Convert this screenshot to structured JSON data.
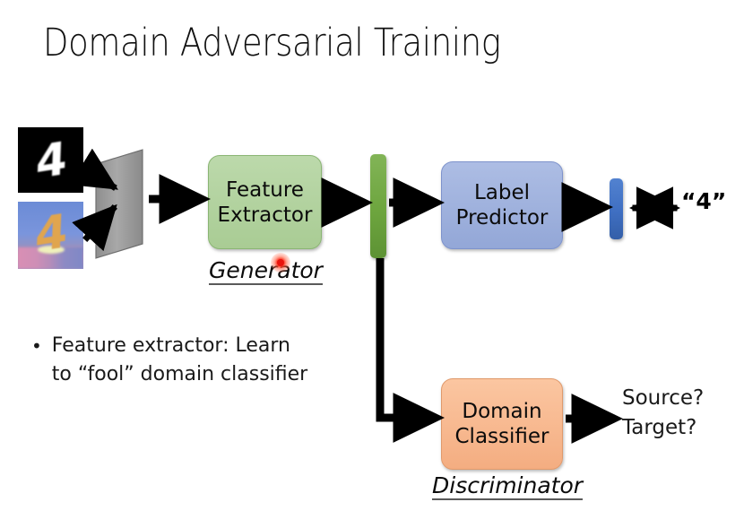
{
  "slide": {
    "title": "Domain Adversarial Training",
    "background_color": "#ffffff"
  },
  "inputs": {
    "source_image": {
      "name": "mnist-digit",
      "digit": "4",
      "background_color": "#000000",
      "stroke_color": "#ffffff"
    },
    "target_image": {
      "name": "mnist-m-digit",
      "digit": "4",
      "background_color": "#7a95dc",
      "stroke_color": "#e0a54e"
    },
    "input_plane": {
      "label": "input-plane",
      "fill_color": "#a0a0a0"
    }
  },
  "blocks": {
    "feature_extractor": {
      "line1": "Feature",
      "line2": "Extractor",
      "color": "#a9cc94",
      "caption": "Generator"
    },
    "label_predictor": {
      "line1": "Label",
      "line2": "Predictor",
      "color": "#93a7d7"
    },
    "domain_classifier": {
      "line1": "Domain",
      "line2": "Classifier",
      "color": "#f4ad81",
      "caption": "Discriminator"
    }
  },
  "bars": {
    "feature_vector": {
      "name": "feature-vector",
      "color": "#6da53e"
    },
    "label_output": {
      "name": "label-output-vector",
      "color": "#3f6fc2"
    }
  },
  "outputs": {
    "label_prediction": "“4”",
    "domain_line1": "Source?",
    "domain_line2": "Target?"
  },
  "notes": {
    "bullet_marker": "•",
    "bullet_line1": "Feature extractor: Learn",
    "bullet_line2": "to “fool” domain classifier"
  },
  "annotations": {
    "laser_pointer": {
      "name": "laser-pointer-dot",
      "color": "#e8130d"
    }
  }
}
